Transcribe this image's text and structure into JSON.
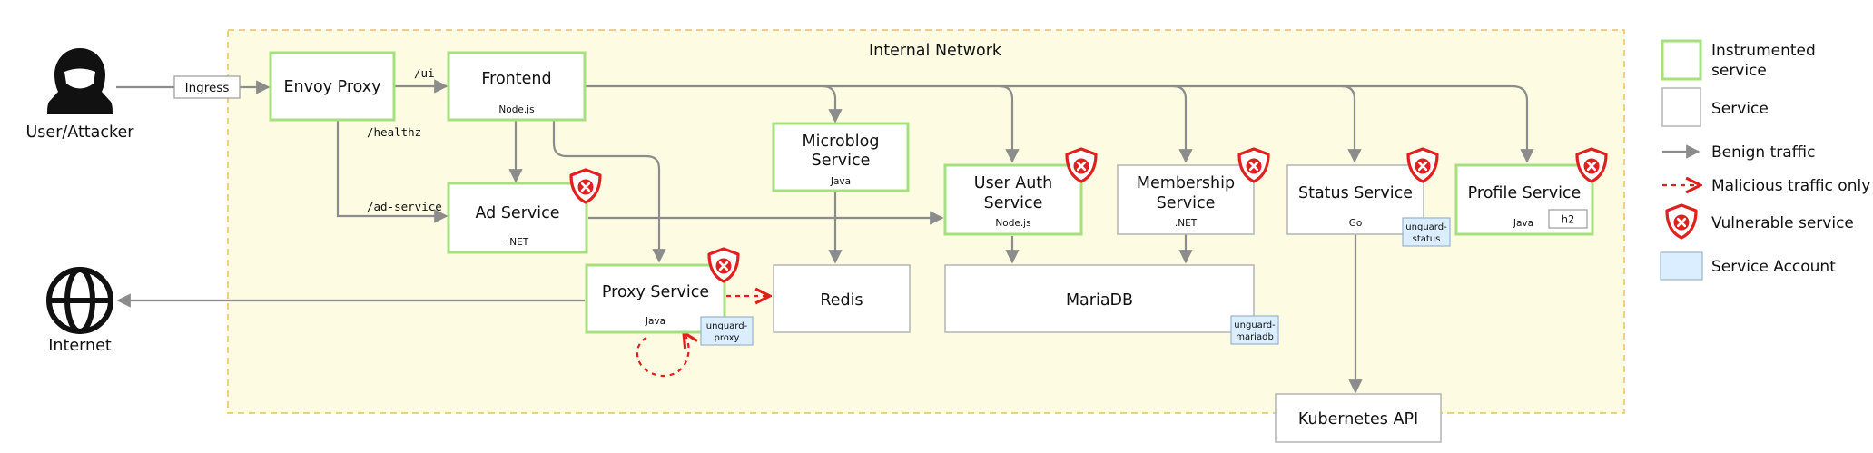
{
  "network": {
    "label": "Internal Network"
  },
  "actors": {
    "user": {
      "label": "User/Attacker",
      "icon": "hooded-user-icon"
    },
    "internet": {
      "label": "Internet",
      "icon": "globe-icon"
    }
  },
  "ingress": {
    "label": "Ingress"
  },
  "services": {
    "envoy": {
      "name": "Envoy Proxy",
      "lang": ""
    },
    "frontend": {
      "name": "Frontend",
      "lang": "Node.js"
    },
    "ad": {
      "name": "Ad Service",
      "lang": ".NET",
      "vulnerable": true
    },
    "microblog": {
      "name_line1": "Microblog",
      "name_line2": "Service",
      "lang": "Java"
    },
    "proxy": {
      "name": "Proxy Service",
      "lang": "Java",
      "vulnerable": true,
      "service_account_line1": "unguard-",
      "service_account_line2": "proxy"
    },
    "redis": {
      "name": "Redis"
    },
    "userauth": {
      "name_line1": "User Auth",
      "name_line2": "Service",
      "lang": "Node.js",
      "vulnerable": true
    },
    "membership": {
      "name_line1": "Membership",
      "name_line2": "Service",
      "lang": ".NET",
      "vulnerable": true
    },
    "mariadb": {
      "name": "MariaDB",
      "service_account_line1": "unguard-",
      "service_account_line2": "mariadb"
    },
    "status": {
      "name": "Status Service",
      "lang": "Go",
      "vulnerable": true,
      "service_account_line1": "unguard-",
      "service_account_line2": "status"
    },
    "profile": {
      "name": "Profile Service",
      "lang": "Java",
      "vulnerable": true,
      "tag": "h2"
    },
    "k8s": {
      "name": "Kubernetes API"
    }
  },
  "edge_labels": {
    "ui": "/ui",
    "healthz": "/healthz",
    "ad_service": "/ad-service"
  },
  "legend": [
    {
      "key": "instrumented",
      "line1": "Instrumented",
      "line2": "service"
    },
    {
      "key": "service",
      "line1": "Service",
      "line2": ""
    },
    {
      "key": "benign",
      "line1": "Benign traffic",
      "line2": ""
    },
    {
      "key": "malicious",
      "line1": "Malicious traffic only",
      "line2": ""
    },
    {
      "key": "vulnerable",
      "line1": "Vulnerable service",
      "line2": ""
    },
    {
      "key": "service_account",
      "line1": "Service Account",
      "line2": ""
    }
  ],
  "colors": {
    "instrumented_border": "#a6e07e",
    "service_border": "#b4b4b4",
    "network_fill": "#fdfbe2",
    "network_border": "#e8c25c",
    "benign_edge": "#8c8c8c",
    "malicious_edge": "#e0201d",
    "shield": "#e0201d",
    "service_account_fill": "#dbeeff"
  }
}
